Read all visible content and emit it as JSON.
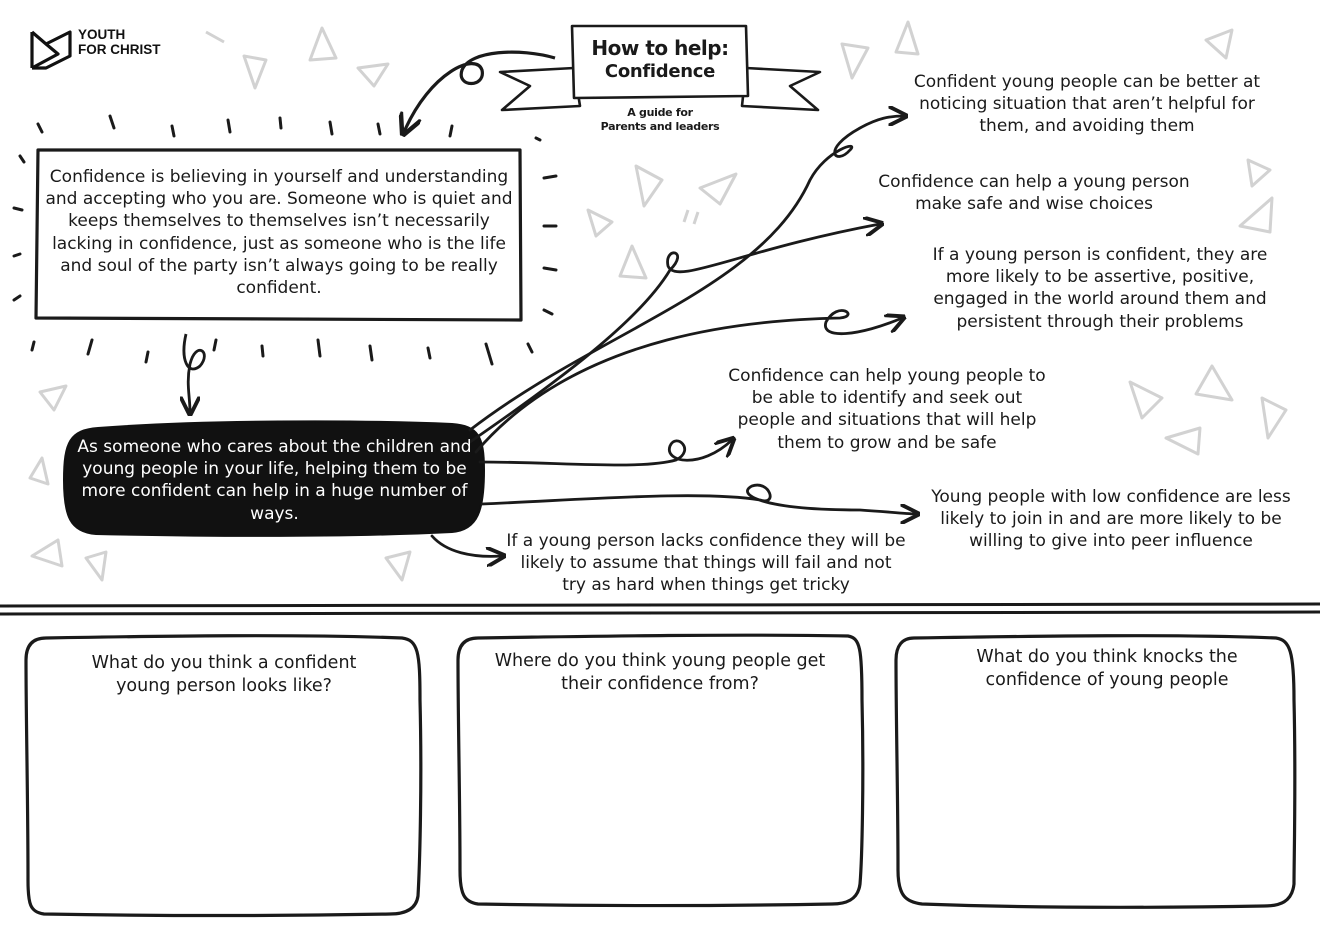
{
  "logo": {
    "line1": "YOUTH",
    "line2": "FOR CHRIST"
  },
  "title": {
    "line1": "How to help:",
    "line2": "Confidence"
  },
  "subtitle": {
    "line1": "A guide for",
    "line2": "Parents and leaders"
  },
  "definition": "Confidence is believing in yourself and understanding and accepting who you are. Someone who is quiet and keeps themselves to themselves isn’t necessarily lacking in confidence, just as someone who is the life and soul of the party isn’t always going to be really confident.",
  "call_to_action": "As someone who cares about the children and young people in your life, helping them to be more confident can help in a huge number of ways.",
  "benefits": [
    "Confident young people can be better at noticing situation that aren’t helpful for them, and avoiding them",
    "Confidence can help a young person make safe and wise choices",
    "If a young person is confident, they are more likely to be assertive, positive, engaged in the world around them and persistent through their problems",
    "Confidence can help young people to be able to identify and seek out people and situations that will help them to grow and be safe",
    "Young people with low confidence are less likely to join in and are more likely to be willing to give into peer influence",
    "If a young person lacks confidence they will be likely to assume that things will fail and not try as hard when things get tricky"
  ],
  "questions": [
    "What do you think a confident young person looks like?",
    "Where do you think young people get their confidence from?",
    "What do you think knocks the confidence of young people"
  ],
  "colors": {
    "ink": "#1a1a1a",
    "doodle": "#d0d0d0",
    "inverse_text": "#ffffff",
    "background": "#ffffff"
  }
}
